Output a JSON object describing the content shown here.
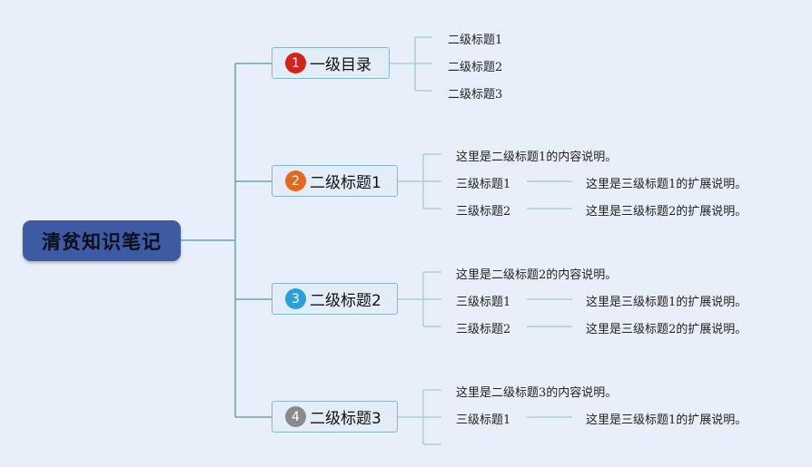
{
  "root": {
    "label": "清贫知识笔记"
  },
  "branches": [
    {
      "number": "1",
      "badge_color": "#d4231a",
      "title": "一级目录",
      "children": [
        {
          "label": "二级标题1"
        },
        {
          "label": "二级标题2"
        },
        {
          "label": "二级标题3"
        }
      ]
    },
    {
      "number": "2",
      "badge_color": "#e06a1e",
      "title": "二级标题1",
      "description": "这里是二级标题1的内容说明。",
      "children": [
        {
          "label": "三级标题1",
          "detail": "这里是三级标题1的扩展说明。"
        },
        {
          "label": "三级标题2",
          "detail": "这里是三级标题2的扩展说明。"
        }
      ]
    },
    {
      "number": "3",
      "badge_color": "#2a9fd8",
      "title": "二级标题2",
      "description": "这里是二级标题2的内容说明。",
      "children": [
        {
          "label": "三级标题1",
          "detail": "这里是三级标题1的扩展说明。"
        },
        {
          "label": "三级标题2",
          "detail": "这里是三级标题2的扩展说明。"
        }
      ]
    },
    {
      "number": "4",
      "badge_color": "#8a8a8a",
      "title": "二级标题3",
      "description": "这里是二级标题3的内容说明。",
      "children": [
        {
          "label": "三级标题1",
          "detail": "这里是三级标题1的扩展说明。"
        },
        {
          "label": ""
        }
      ]
    }
  ]
}
